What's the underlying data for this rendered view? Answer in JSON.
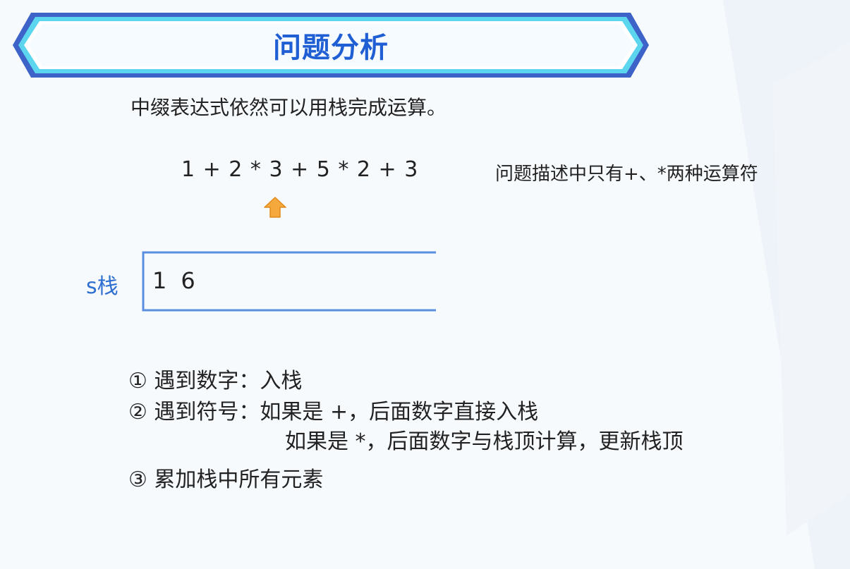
{
  "banner": {
    "title": "问题分析"
  },
  "intro": "中缀表达式依然可以用栈完成运算。",
  "expression": "1 + 2 * 3 + 5 * 2 + 3",
  "note": "问题描述中只有+、*两种运算符",
  "pointer": {
    "icon": "up-arrow-icon",
    "color": "#f5a93c"
  },
  "stack": {
    "label": "s栈",
    "items": [
      "1",
      "6"
    ]
  },
  "rules": {
    "rule1": "① 遇到数字：入栈",
    "rule2": "② 遇到符号：如果是 +，后面数字直接入栈",
    "rule2b": "如果是 *，后面数字与栈顶计算，更新栈顶",
    "rule3": "③ 累加栈中所有元素"
  },
  "colors": {
    "accent": "#1f5fd3",
    "stack_border": "#5a8fe0",
    "banner_cyan": "#39d6f0"
  }
}
